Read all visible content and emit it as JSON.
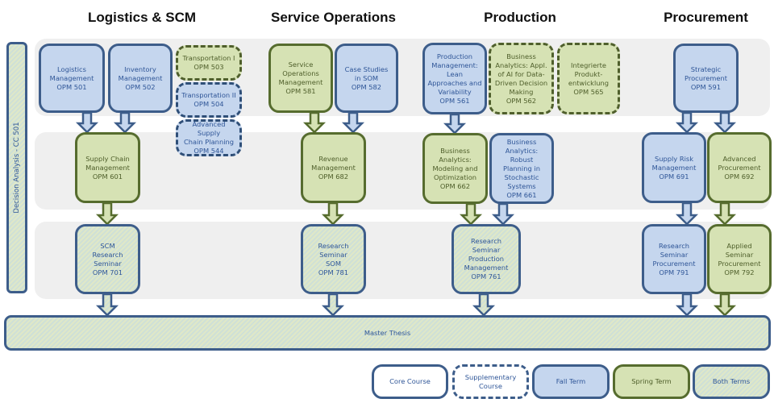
{
  "columns": [
    {
      "title": "Logistics & SCM"
    },
    {
      "title": "Service Operations"
    },
    {
      "title": "Production"
    },
    {
      "title": "Procurement"
    }
  ],
  "sidebar": {
    "label": "Decision Analysis - CC 501",
    "term": "both",
    "type": "core"
  },
  "colors": {
    "fall_fill": "#c5d6ee",
    "fall_border": "#3d5d8a",
    "spring_fill": "#d6e2b4",
    "spring_border": "#566c2e",
    "both_stripe_a": "#cfe0d6",
    "both_stripe_b": "#dfe8c8",
    "band": "#efefef"
  },
  "courses": {
    "opm501": {
      "label": "Logistics\nManagement\nOPM 501",
      "term": "fall",
      "type": "core"
    },
    "opm502": {
      "label": "Inventory\nManagement\nOPM 502",
      "term": "fall",
      "type": "core"
    },
    "opm503": {
      "label": "Transportation I\nOPM 503",
      "term": "spring",
      "type": "supplementary"
    },
    "opm504": {
      "label": "Transportation II\nOPM 504",
      "term": "fall",
      "type": "supplementary"
    },
    "opm544": {
      "label": "Advanced Supply\nChain Planning\nOPM 544",
      "term": "fall",
      "type": "supplementary"
    },
    "opm601": {
      "label": "Supply Chain\nManagement\nOPM 601",
      "term": "spring",
      "type": "core"
    },
    "opm701": {
      "label": "SCM\nResearch\nSeminar\nOPM 701",
      "term": "both",
      "type": "core"
    },
    "opm581": {
      "label": "Service\nOperations\nManagement\nOPM 581",
      "term": "spring",
      "type": "core"
    },
    "opm582": {
      "label": "Case Studies\nin SOM\nOPM 582",
      "term": "fall",
      "type": "core"
    },
    "opm682": {
      "label": "Revenue\nManagement\nOPM 682",
      "term": "spring",
      "type": "core"
    },
    "opm781": {
      "label": "Research\nSeminar\nSOM\nOPM 781",
      "term": "both",
      "type": "core"
    },
    "opm561": {
      "label": "Production\nManagement:\nLean\nApproaches and\nVariability\nOPM 561",
      "term": "fall",
      "type": "core"
    },
    "opm562": {
      "label": "Business\nAnalytics: Appl.\nof AI for Data-\nDriven Decision\nMaking\nOPM 562",
      "term": "spring",
      "type": "supplementary"
    },
    "opm565": {
      "label": "Integrierte\nProdukt-\nentwicklung\nOPM 565",
      "term": "spring",
      "type": "supplementary"
    },
    "opm662": {
      "label": "Business\nAnalytics:\nModeling and\nOptimization\nOPM 662",
      "term": "spring",
      "type": "core"
    },
    "opm661": {
      "label": "Business\nAnalytics: Robust\nPlanning in\nStochastic\nSystems\nOPM 661",
      "term": "fall",
      "type": "core"
    },
    "opm761": {
      "label": "Research\nSeminar\nProduction\nManagement\nOPM 761",
      "term": "both",
      "type": "core"
    },
    "opm591": {
      "label": "Strategic\nProcurement\nOPM 591",
      "term": "fall",
      "type": "core"
    },
    "opm691": {
      "label": "Supply Risk\nManagement\nOPM 691",
      "term": "fall",
      "type": "core"
    },
    "opm692": {
      "label": "Advanced\nProcurement\nOPM 692",
      "term": "spring",
      "type": "core"
    },
    "opm791": {
      "label": "Research\nSeminar\nProcurement\nOPM 791",
      "term": "fall",
      "type": "core"
    },
    "opm792": {
      "label": "Applied\nSeminar\nProcurement\nOPM 792",
      "term": "spring",
      "type": "core"
    }
  },
  "thesis": {
    "label": "Master Thesis",
    "term": "both"
  },
  "legend": [
    {
      "label": "Core Course",
      "style": "core"
    },
    {
      "label": "Supplementary\nCourse",
      "style": "supplementary"
    },
    {
      "label": "Fall Term",
      "style": "fall"
    },
    {
      "label": "Spring Term",
      "style": "spring"
    },
    {
      "label": "Both Terms",
      "style": "both"
    }
  ],
  "prerequisites": [
    {
      "from": "opm501",
      "to": "opm601",
      "term": "fall"
    },
    {
      "from": "opm502",
      "to": "opm601",
      "term": "fall"
    },
    {
      "from": "opm601",
      "to": "opm701",
      "term": "spring"
    },
    {
      "from": "opm701",
      "to": "thesis",
      "term": "both"
    },
    {
      "from": "opm581",
      "to": "opm682",
      "term": "spring"
    },
    {
      "from": "opm582",
      "to": "opm682",
      "term": "fall"
    },
    {
      "from": "opm682",
      "to": "opm781",
      "term": "spring"
    },
    {
      "from": "opm781",
      "to": "thesis",
      "term": "both"
    },
    {
      "from": "opm561",
      "to": "opm662",
      "term": "fall"
    },
    {
      "from": "opm662",
      "to": "opm761",
      "term": "spring"
    },
    {
      "from": "opm661",
      "to": "opm761",
      "term": "fall"
    },
    {
      "from": "opm761",
      "to": "thesis",
      "term": "both"
    },
    {
      "from": "opm591",
      "to": "opm691",
      "term": "fall"
    },
    {
      "from": "opm591",
      "to": "opm692",
      "term": "fall"
    },
    {
      "from": "opm691",
      "to": "opm791",
      "term": "fall"
    },
    {
      "from": "opm692",
      "to": "opm792",
      "term": "spring"
    },
    {
      "from": "opm791",
      "to": "thesis",
      "term": "fall"
    },
    {
      "from": "opm792",
      "to": "thesis",
      "term": "spring"
    }
  ]
}
